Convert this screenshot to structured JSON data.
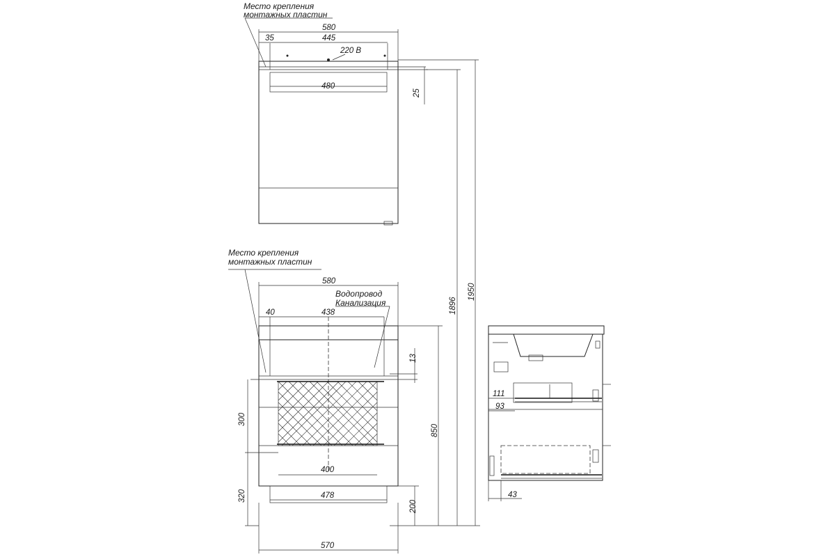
{
  "labels": {
    "mounting_top": [
      "Место крепления",
      "монтажных пластин"
    ],
    "mounting_bottom": [
      "Место крепления",
      "монтажных пластин"
    ],
    "voltage": "220 В",
    "water": "Водопровод",
    "sewer": "Канализация"
  },
  "dimensions": {
    "top_width": "580",
    "top_offset": "35",
    "top_inner": "445",
    "top_inner2": "480",
    "top_gap": "25",
    "bottom_width": "580",
    "bottom_offset": "40",
    "bottom_inner": "438",
    "bottom_gap": "13",
    "drawer_h": "300",
    "drawer_w": "400",
    "lower_h": "320",
    "lower_w": "478",
    "base_w": "570",
    "height_850": "850",
    "height_200": "200",
    "height_1896": "1896",
    "height_1950": "1950",
    "side_111": "111",
    "side_93": "93",
    "side_43": "43"
  }
}
